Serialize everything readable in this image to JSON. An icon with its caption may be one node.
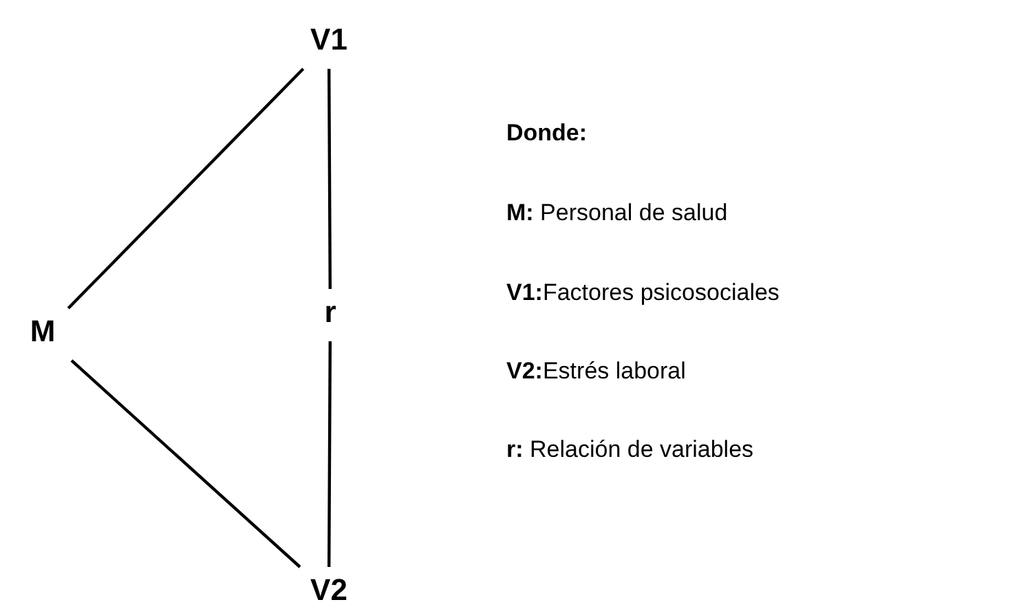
{
  "diagram": {
    "nodes": [
      {
        "text": [
          "V1"
        ]
      },
      {
        "text": [
          "M"
        ]
      },
      {
        "text": [
          "r"
        ]
      },
      {
        "text": [
          "V2"
        ]
      }
    ],
    "edges": [
      {
        "from": 1,
        "to": 0,
        "arrow": "none"
      },
      {
        "from": 0,
        "to": 2,
        "arrow": "none"
      },
      {
        "from": 2,
        "to": 3,
        "arrow": "none"
      },
      {
        "from": 1,
        "to": 3,
        "arrow": "none"
      }
    ],
    "labels": [
      "Donde:",
      "**M:** Personal de salud",
      "**V1:**Factores psicosociales",
      "**V2:**Estrés laboral",
      "**r:** Relación de variables"
    ]
  }
}
